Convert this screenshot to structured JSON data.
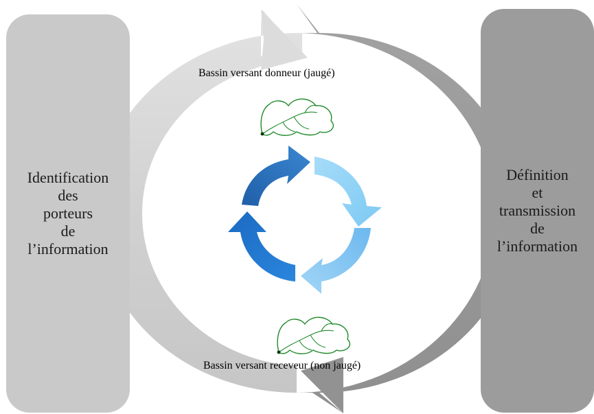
{
  "left_panel": {
    "lines": [
      "Identification",
      "des",
      "porteurs",
      "de",
      "l’information"
    ]
  },
  "right_panel": {
    "lines": [
      "Définition",
      "et",
      "transmission",
      "de",
      "l’information"
    ]
  },
  "top_basin": {
    "label": "Bassin versant donneur (jaugé)"
  },
  "bottom_basin": {
    "label": "Bassin versant receveur (non jaugé)"
  },
  "colors": {
    "left_panel": "#c9c9c9",
    "right_panel": "#9c9c9c",
    "left_arrow": "#d4d4d4",
    "right_arrow": "#9a9a9a",
    "cycle_dark": "#2a6cb8",
    "cycle_light": "#8fd3f7",
    "basin_outline": "#1f8a2a"
  },
  "icons": [
    "watershed-icon",
    "cycle-arrows-icon"
  ]
}
